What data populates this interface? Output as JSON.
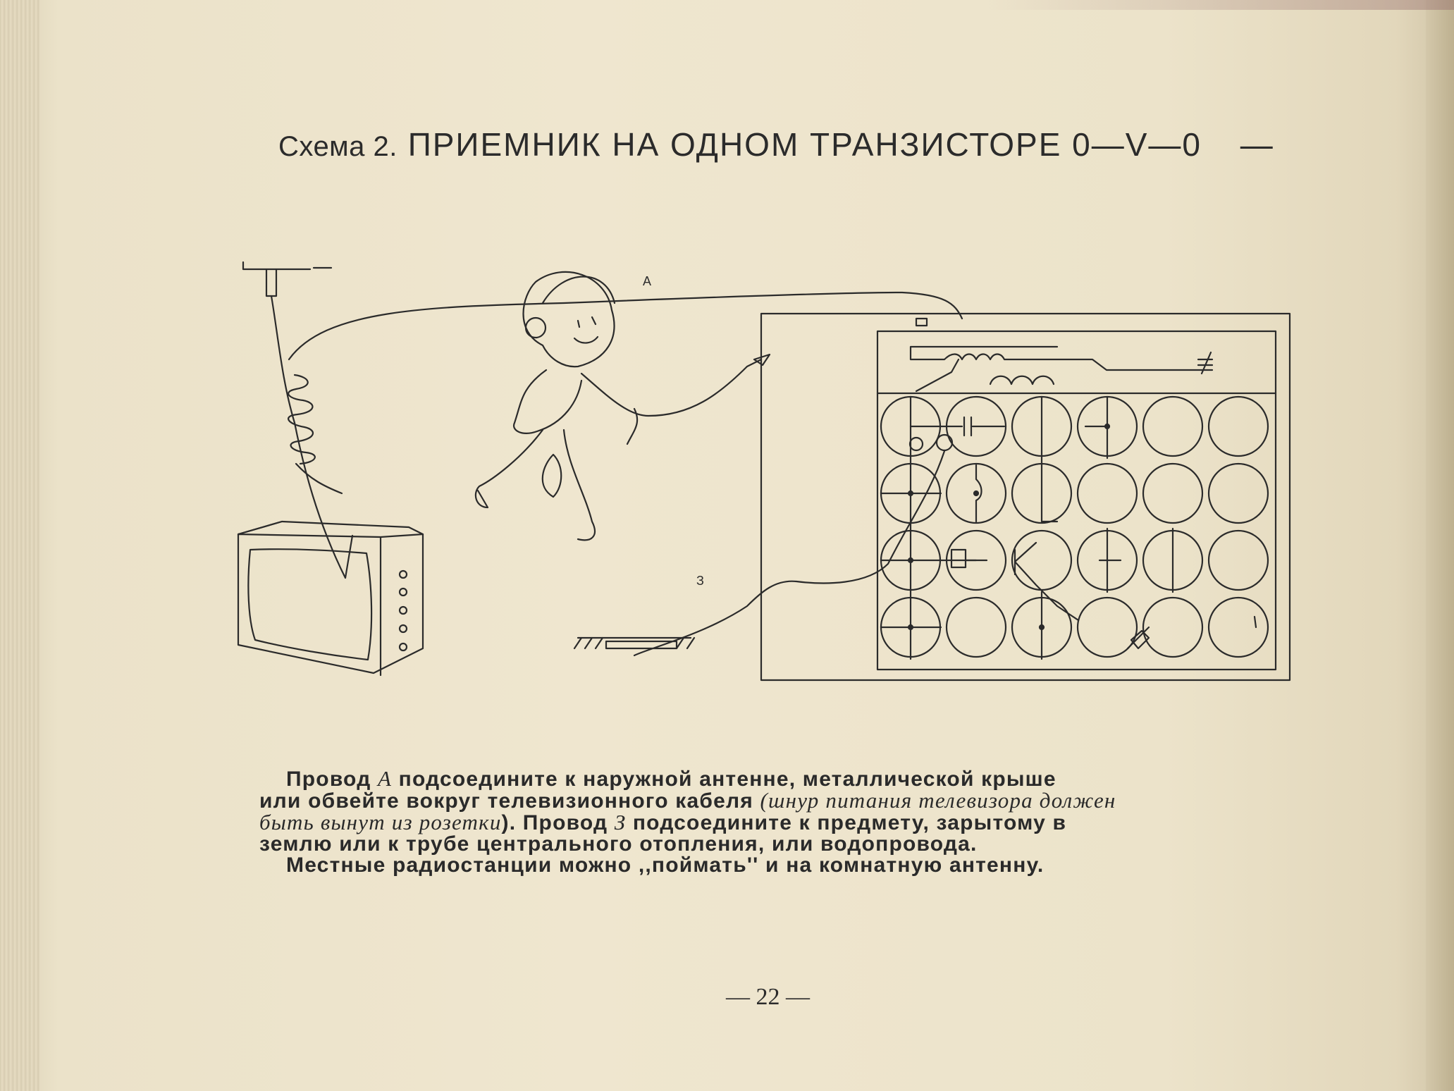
{
  "title": {
    "lead": "Схема 2.",
    "main": "ПРИЕМНИК НА ОДНОМ ТРАНЗИСТОРЕ 0—V—0",
    "trail": "—"
  },
  "diagram": {
    "label_a": "А",
    "label_z": "З"
  },
  "paragraph": {
    "l1_a": "Провод ",
    "l1_b": "А",
    "l1_c": " подсоедините к наружной антенне, металлической крыше",
    "l2_a": "или обвейте вокруг телевизионного кабеля ",
    "l2_b": "(шнур питания телевизора должен",
    "l3_a": "быть вынут из розетки",
    "l3_b": "). Провод ",
    "l3_c": "З",
    "l3_d": " подсоедините к предмету, зарытому в",
    "l4": "землю или к трубе центрального отопления, или водопровода.",
    "l5": "Местные радиостанции можно ,,поймать'' и на комнатную антенну."
  },
  "page_number": "— 22 —"
}
